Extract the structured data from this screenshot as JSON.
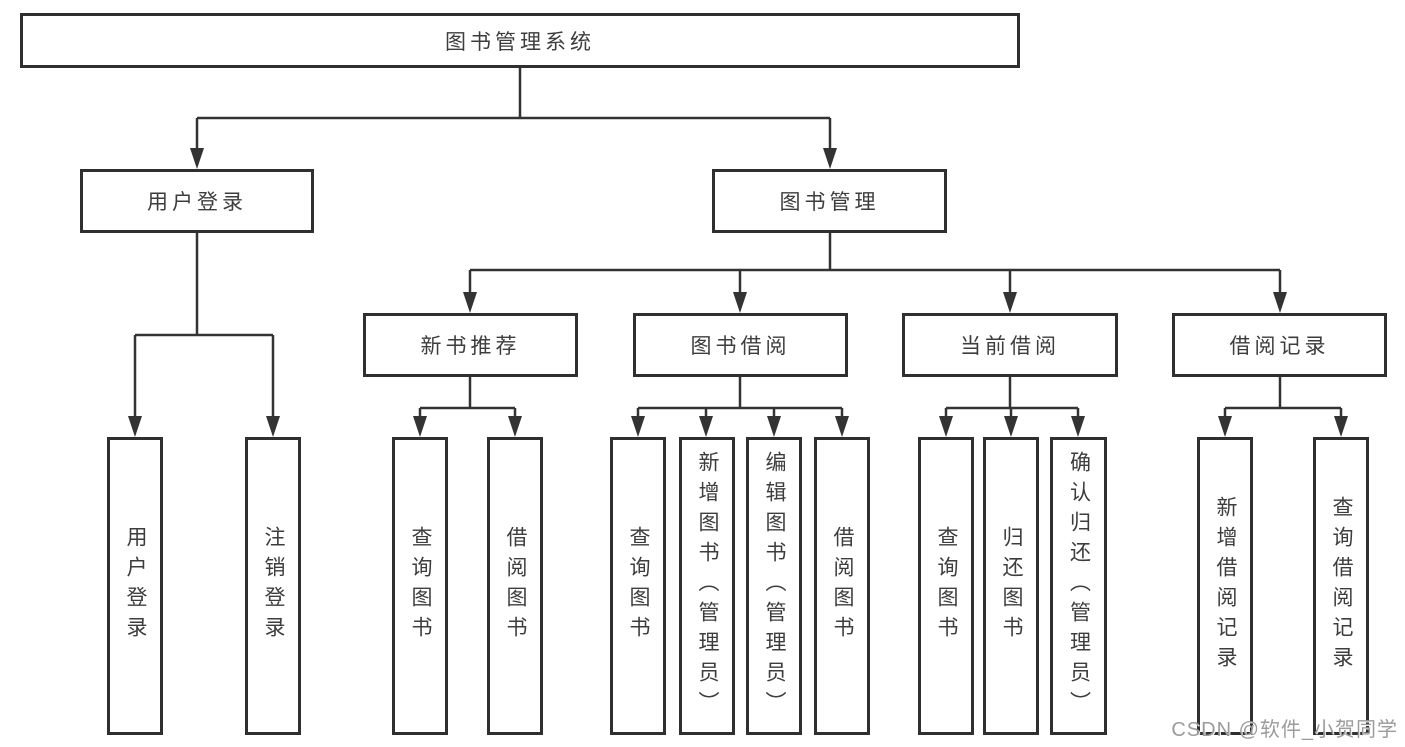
{
  "tree": {
    "root": {
      "label": "图书管理系统",
      "children": [
        {
          "label": "用户登录",
          "children": [
            {
              "label": "用户登录"
            },
            {
              "label": "注销登录"
            }
          ]
        },
        {
          "label": "图书管理",
          "children": [
            {
              "label": "新书推荐",
              "children": [
                {
                  "label": "查询图书"
                },
                {
                  "label": "借阅图书"
                }
              ]
            },
            {
              "label": "图书借阅",
              "children": [
                {
                  "label": "查询图书"
                },
                {
                  "label": "新增图书（管理员）"
                },
                {
                  "label": "编辑图书（管理员）"
                },
                {
                  "label": "借阅图书"
                }
              ]
            },
            {
              "label": "当前借阅",
              "children": [
                {
                  "label": "查询图书"
                },
                {
                  "label": "归还图书"
                },
                {
                  "label": "确认归还（管理员）"
                }
              ]
            },
            {
              "label": "借阅记录",
              "children": [
                {
                  "label": "新增借阅记录"
                },
                {
                  "label": "查询借阅记录"
                }
              ]
            }
          ]
        }
      ]
    }
  },
  "watermark": "CSDN @软件_小贺同学",
  "colors": {
    "line": "#333333",
    "box_border": "#2f2f2f",
    "text": "#3d3d3d",
    "watermark": "#9b9b9b",
    "background": "#ffffff"
  }
}
